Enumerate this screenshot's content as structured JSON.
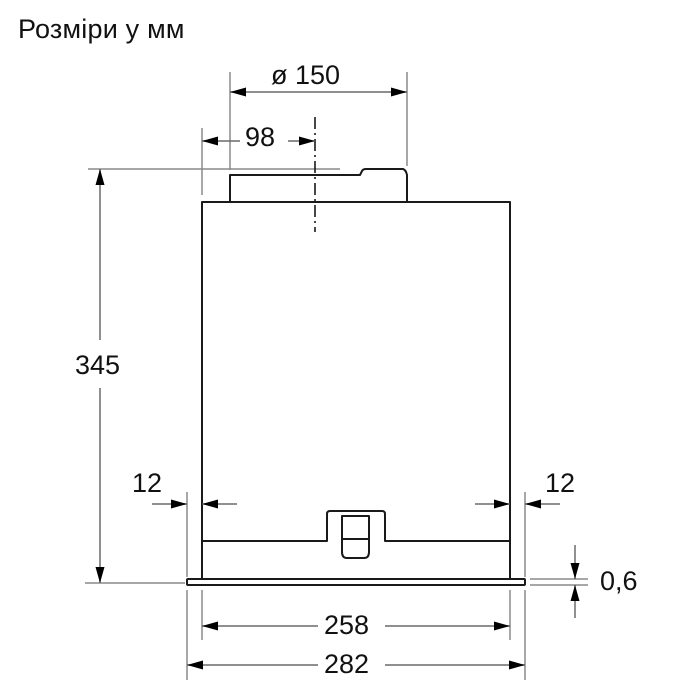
{
  "title": "Розміри у мм",
  "dimensions": {
    "duct_diameter": "ø 150",
    "duct_offset": "98",
    "height": "345",
    "left_margin": "12",
    "right_margin": "12",
    "plate_thickness": "0,6",
    "inner_width": "258",
    "outer_width": "282"
  },
  "colors": {
    "outline": "#1a1a1a",
    "dimension_line": "#8a8a8a",
    "arrow": "#000000",
    "background": "#ffffff"
  }
}
